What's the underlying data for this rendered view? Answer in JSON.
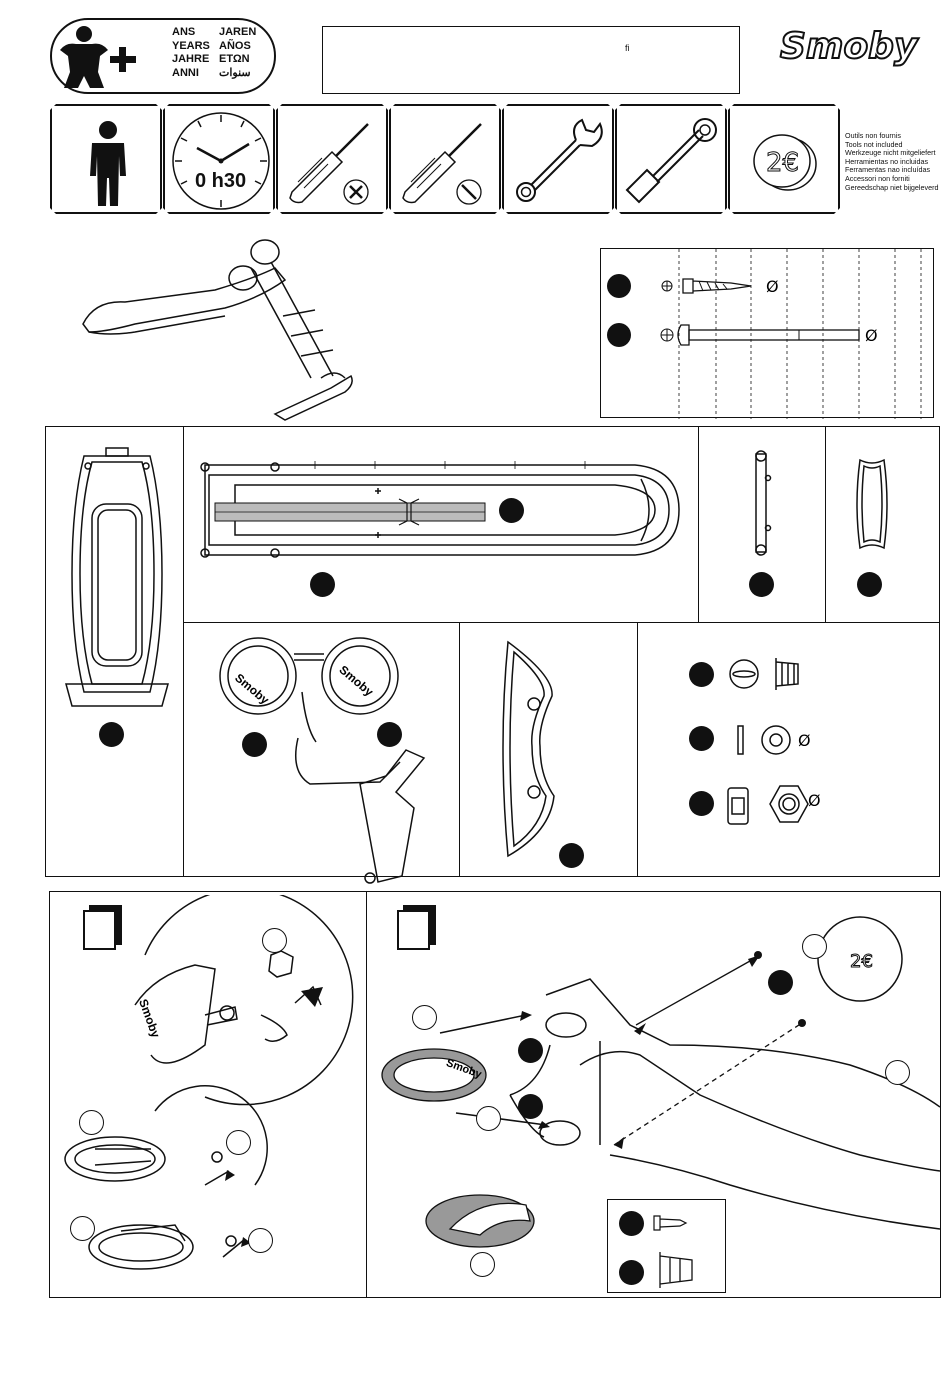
{
  "age_badge": {
    "col1": [
      "ANS",
      "YEARS",
      "JAHRE",
      "ANNI"
    ],
    "col2": [
      "JAREN",
      "AÑOS",
      "ΕΤΩΝ",
      "سنوات"
    ]
  },
  "title_box": {
    "glyph": "ﬁ"
  },
  "brand": "Smoby",
  "tools": [
    {
      "icon": "adult-person-icon"
    },
    {
      "icon": "clock-icon",
      "time": "0 h30"
    },
    {
      "icon": "phillips-screwdriver-icon"
    },
    {
      "icon": "flat-screwdriver-icon"
    },
    {
      "icon": "open-end-wrench-icon"
    },
    {
      "icon": "socket-wrench-icon"
    },
    {
      "icon": "coin-icon",
      "coin": "2€"
    }
  ],
  "tools_note": [
    "Outils non fournis",
    "Tools not included",
    "Werkzeuge nicht mitgeliefert",
    "Herramientas no incluidas",
    "Ferramentas nao incluídas",
    "Accessori non forniti",
    "Gereedschap niet bijgeleverd"
  ],
  "hardware_diameter": "Ø",
  "seat_logo": "Smoby"
}
